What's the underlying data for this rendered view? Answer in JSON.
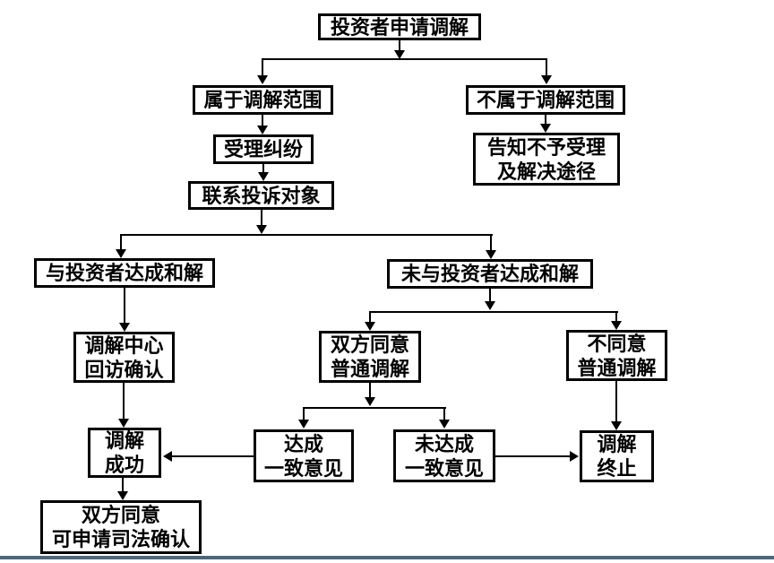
{
  "page": {
    "background": "#ffffff",
    "colors": {
      "box_border": "#000000",
      "connector": "#000000",
      "text": "#000000",
      "footer_rule": "#4d6678"
    }
  },
  "diagram": {
    "nodes": {
      "apply": {
        "label": "投资者申请调解"
      },
      "in_scope": {
        "label": "属于调解范围"
      },
      "out_scope": {
        "label": "不属于调解范围"
      },
      "accept": {
        "label": "受理纠纷"
      },
      "inform": {
        "label": "告知不予受理\n及解决途径"
      },
      "contact": {
        "label": "联系投诉对象"
      },
      "settled": {
        "label": "与投资者达成和解"
      },
      "not_settled": {
        "label": "未与投资者达成和解"
      },
      "followup": {
        "label": "调解中心\n回访确认"
      },
      "agree_mediation": {
        "label": "双方同意\n普通调解"
      },
      "disagree_mediation": {
        "label": "不同意\n普通调解"
      },
      "success": {
        "label": "调解\n成功"
      },
      "consensus": {
        "label": "达成\n一致意见"
      },
      "no_consensus": {
        "label": "未达成\n一致意见"
      },
      "terminate": {
        "label": "调解\n终止"
      },
      "judicial": {
        "label": "双方同意\n可申请司法确认"
      }
    },
    "edges": [
      {
        "from": "apply",
        "to": "in_scope"
      },
      {
        "from": "apply",
        "to": "out_scope"
      },
      {
        "from": "in_scope",
        "to": "accept"
      },
      {
        "from": "out_scope",
        "to": "inform"
      },
      {
        "from": "accept",
        "to": "contact"
      },
      {
        "from": "contact",
        "to": "settled"
      },
      {
        "from": "contact",
        "to": "not_settled"
      },
      {
        "from": "settled",
        "to": "followup"
      },
      {
        "from": "not_settled",
        "to": "agree_mediation"
      },
      {
        "from": "not_settled",
        "to": "disagree_mediation"
      },
      {
        "from": "followup",
        "to": "success"
      },
      {
        "from": "agree_mediation",
        "to": "consensus"
      },
      {
        "from": "agree_mediation",
        "to": "no_consensus"
      },
      {
        "from": "disagree_mediation",
        "to": "terminate"
      },
      {
        "from": "consensus",
        "to": "success"
      },
      {
        "from": "no_consensus",
        "to": "terminate"
      },
      {
        "from": "success",
        "to": "judicial"
      }
    ]
  }
}
